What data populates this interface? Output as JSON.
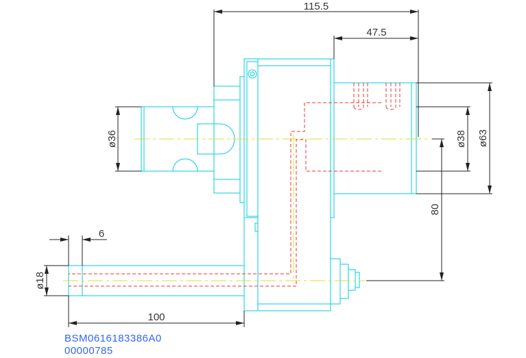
{
  "dimensions": {
    "overall_length": "115.5",
    "output_length": "47.5",
    "shank_diameter": "ø36",
    "output_diameter": "ø38",
    "flange_diameter": "ø63",
    "center_offset": "80",
    "tool_diameter": "ø18",
    "tool_step": "6",
    "tool_length": "100"
  },
  "part_number": "BSM0616183386A0",
  "serial_number": "00000785",
  "colors": {
    "outline": "#00ccdd",
    "hidden_line": "#ee3333",
    "center_line": "#dddd33",
    "dimension": "#222222",
    "label": "#3366ee"
  }
}
